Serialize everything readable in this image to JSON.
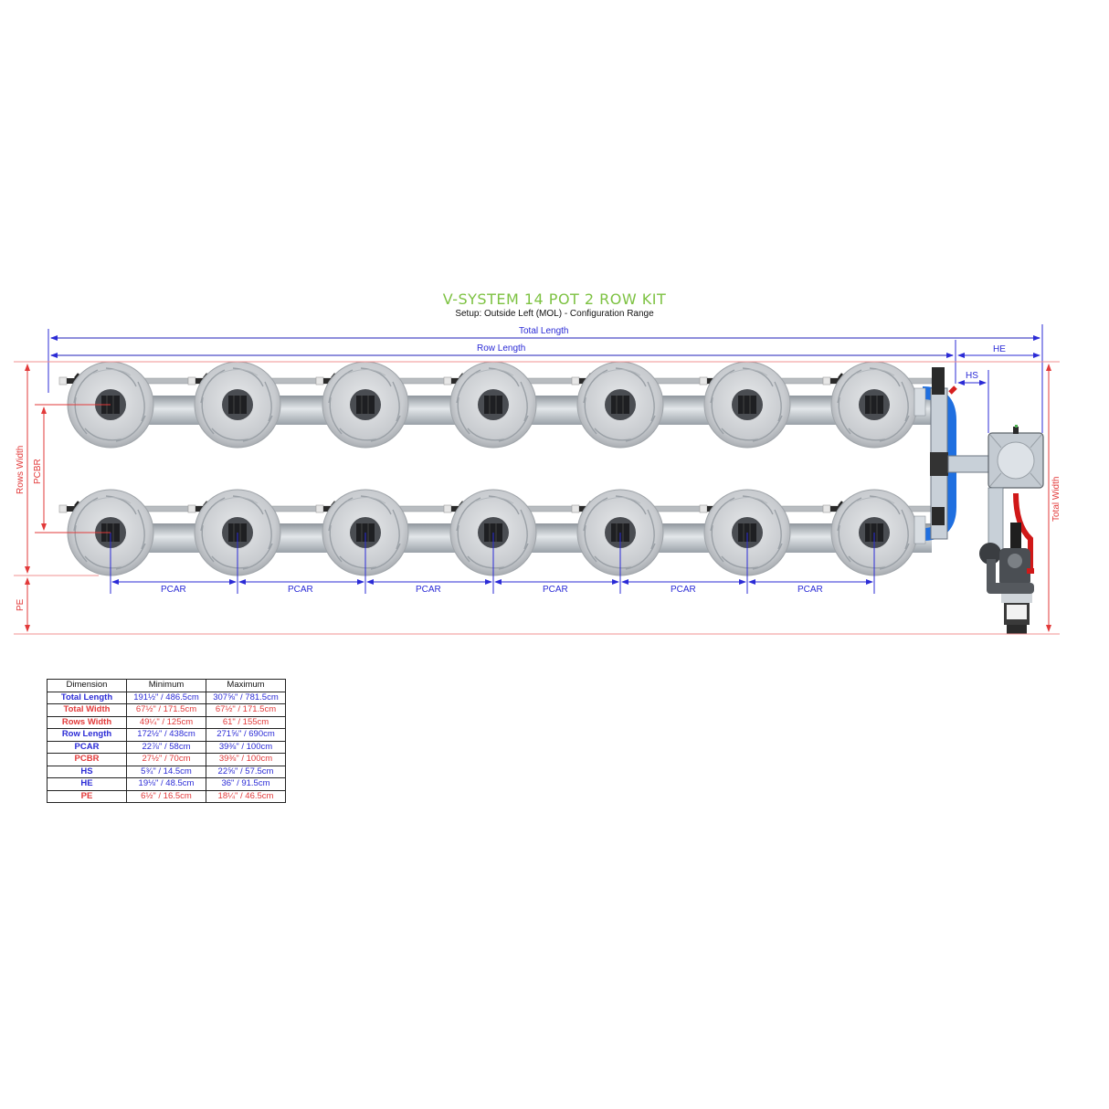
{
  "header": {
    "title": "V-SYSTEM 14 POT 2 ROW KIT",
    "subtitle": "Setup: Outside Left (MOL) - Configuration Range"
  },
  "colors": {
    "title_green": "#7dc242",
    "dim_blue": "#2b2bd6",
    "dim_red": "#e23a3a",
    "pot_gray": "#c9ccd0",
    "manifold_blue": "#1f6fe0"
  },
  "diagram": {
    "labels": {
      "total_length": "Total Length",
      "row_length": "Row Length",
      "he": "HE",
      "hs": "HS",
      "rows_width": "Rows Width",
      "pcbr": "PCBR",
      "pe": "PE",
      "total_width": "Total Width",
      "pcar": [
        "PCAR",
        "PCAR",
        "PCAR",
        "PCAR",
        "PCAR",
        "PCAR"
      ]
    },
    "rows": 2,
    "pots_per_row": 7,
    "pot_count": 14,
    "components": {
      "pot_icon": "flower-pot",
      "manifold_icon": "manifold-pipe",
      "reservoir_icon": "brain-pot-reservoir",
      "pump_icon": "water-pump",
      "filter_icon": "filter-canister",
      "hose_icon": "red-hose"
    }
  },
  "table": {
    "headers": [
      "Dimension",
      "Minimum",
      "Maximum"
    ],
    "rows": [
      {
        "name": "Total Length",
        "min": "191½\" / 486.5cm",
        "max": "307⅝\" / 781.5cm",
        "color": "blue"
      },
      {
        "name": "Total Width",
        "min": "67½\" / 171.5cm",
        "max": "67½\" / 171.5cm",
        "color": "red"
      },
      {
        "name": "Rows Width",
        "min": "49¼\" / 125cm",
        "max": "61\" / 155cm",
        "color": "red"
      },
      {
        "name": "Row Length",
        "min": "172½\" / 438cm",
        "max": "271⅝\" / 690cm",
        "color": "blue"
      },
      {
        "name": "PCAR",
        "min": "22⅞\" / 58cm",
        "max": "39⅜\" / 100cm",
        "color": "blue"
      },
      {
        "name": "PCBR",
        "min": "27½\" / 70cm",
        "max": "39⅜\" / 100cm",
        "color": "red"
      },
      {
        "name": "HS",
        "min": "5¾\" / 14.5cm",
        "max": "22⅝\" / 57.5cm",
        "color": "blue"
      },
      {
        "name": "HE",
        "min": "19⅛\" / 48.5cm",
        "max": "36\" / 91.5cm",
        "color": "blue"
      },
      {
        "name": "PE",
        "min": "6½\" / 16.5cm",
        "max": "18¼\" / 46.5cm",
        "color": "red"
      }
    ]
  }
}
